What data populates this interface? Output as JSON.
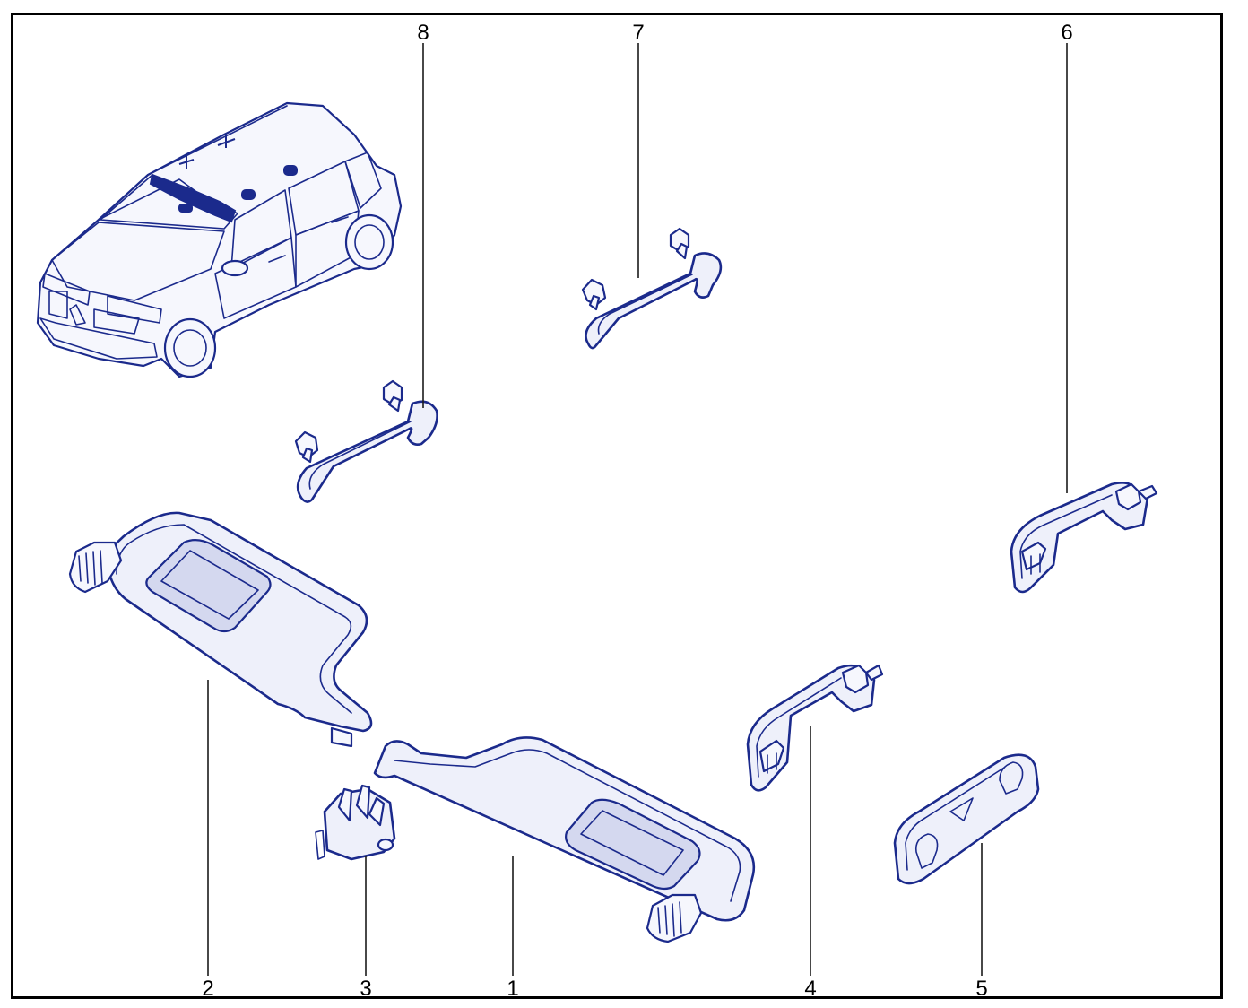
{
  "diagram": {
    "callouts": [
      {
        "id": "1",
        "label": "1"
      },
      {
        "id": "2",
        "label": "2"
      },
      {
        "id": "3",
        "label": "3"
      },
      {
        "id": "4",
        "label": "4"
      },
      {
        "id": "5",
        "label": "5"
      },
      {
        "id": "6",
        "label": "6"
      },
      {
        "id": "7",
        "label": "7"
      },
      {
        "id": "8",
        "label": "8"
      }
    ],
    "line_color": "#1b2a8c",
    "frame_color": "#000000"
  }
}
